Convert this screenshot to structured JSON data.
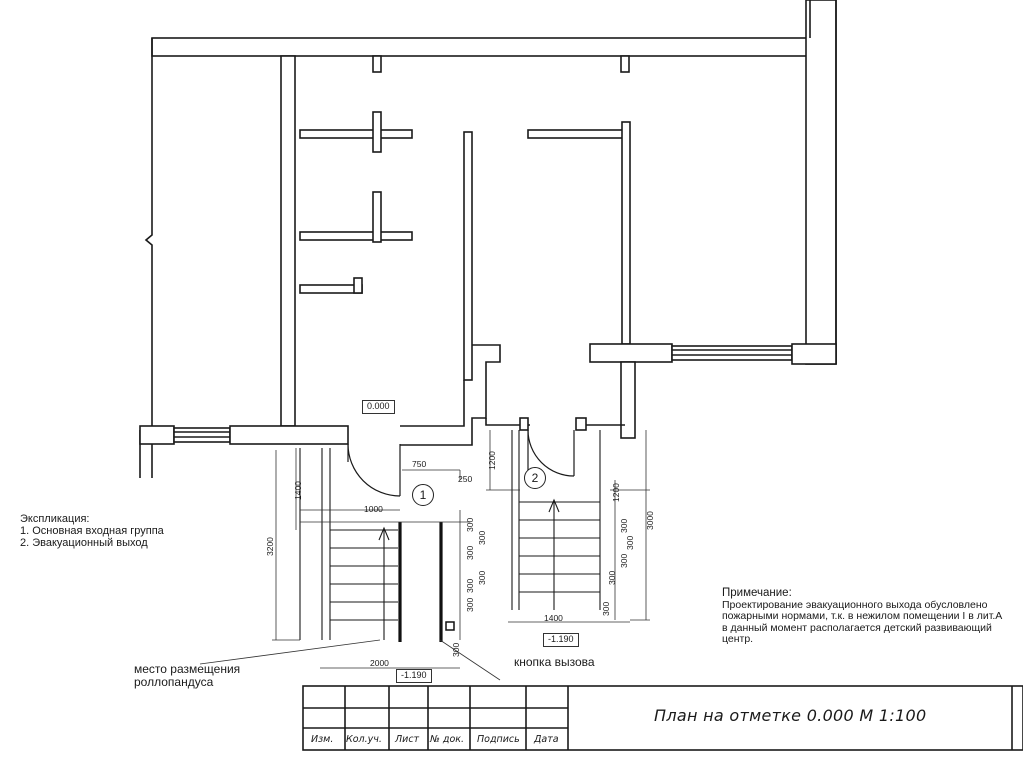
{
  "level_mark": "0.000",
  "stairs": {
    "stair1": {
      "number": "1",
      "bottom_level": "-1.190"
    },
    "stair2": {
      "number": "2",
      "bottom_level": "-1.190"
    }
  },
  "dimensions": {
    "d750": "750",
    "d250": "250",
    "d1000": "1000",
    "d1400_left": "1400",
    "d3200": "3200",
    "d2000": "2000",
    "d1200_top": "1200",
    "d1400_right": "1400",
    "d3000": "3000",
    "d1200_right": "1200",
    "steps_left": [
      "300",
      "300",
      "300",
      "300",
      "300",
      "300"
    ],
    "steps_right": [
      "300",
      "300",
      "300",
      "300",
      "300"
    ],
    "d300_bottom": "300"
  },
  "explication": {
    "title": "Экспликация:",
    "items": [
      "1. Основная входная группа",
      "2. Эвакуационный выход"
    ]
  },
  "callouts": {
    "ramp_place_line1": "место размещения",
    "ramp_place_line2": "роллопандуса",
    "call_button": "кнопка вызова"
  },
  "note": {
    "title": "Примечание:",
    "lines": [
      "Проектирование эвакуационного выхода обусловлено",
      "пожарными нормами, т.к. в нежилом помещении I в лит.А",
      "в данный момент располагается детский развивающий",
      "центр."
    ]
  },
  "stamp": {
    "columns": [
      "Изм.",
      "Кол.уч.",
      "Лист",
      "№ док.",
      "Подпись",
      "Дата"
    ],
    "title": "План на отметке 0.000 М 1:100"
  }
}
